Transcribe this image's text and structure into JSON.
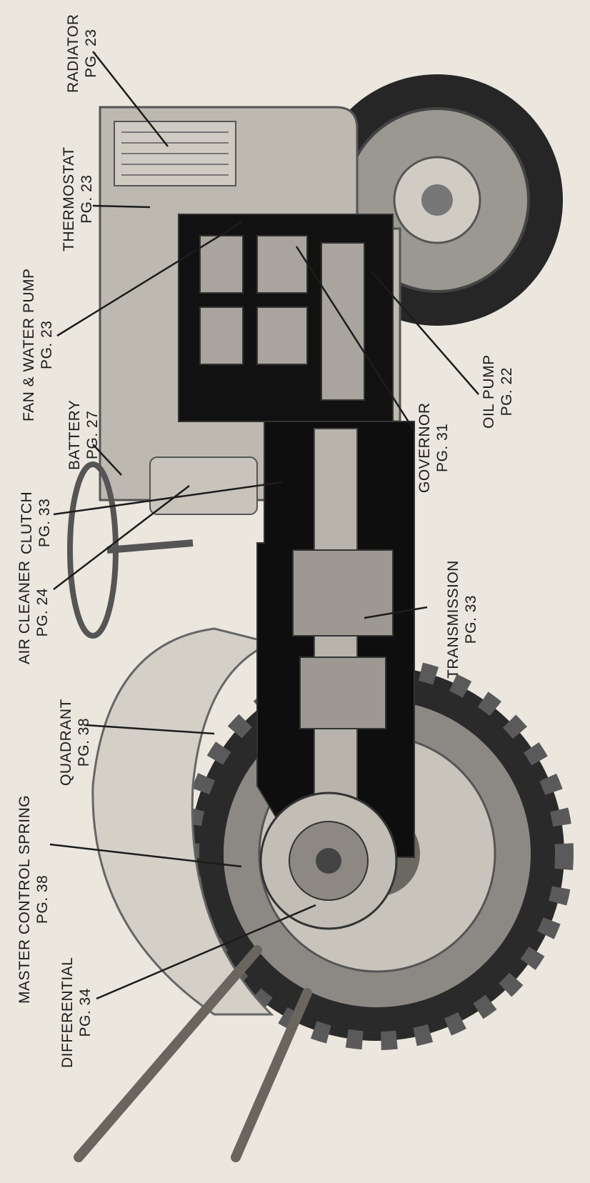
{
  "labels": {
    "radiator": {
      "name": "RADIATOR",
      "page": "PG. 23"
    },
    "thermostat": {
      "name": "THERMOSTAT",
      "page": "PG. 23"
    },
    "fan_water_pump": {
      "name": "FAN & WATER PUMP",
      "page": "PG. 23"
    },
    "battery": {
      "name": "BATTERY",
      "page": "PG. 27"
    },
    "clutch": {
      "name": "CLUTCH",
      "page": "PG. 33"
    },
    "air_cleaner": {
      "name": "AIR CLEANER",
      "page": "PG. 24"
    },
    "quadrant": {
      "name": "QUADRANT",
      "page": "PG. 38"
    },
    "master_control": {
      "name": "MASTER CONTROL SPRING",
      "page": "PG. 38"
    },
    "differential": {
      "name": "DIFFERENTIAL",
      "page": "PG. 34"
    },
    "governor": {
      "name": "GOVERNOR",
      "page": "PG. 31"
    },
    "oil_pump": {
      "name": "OIL PUMP",
      "page": "PG. 22"
    },
    "transmission": {
      "name": "TRANSMISSION",
      "page": "PG. 33"
    }
  },
  "colors": {
    "paper": "#ebe7df",
    "ink": "#1c1c1c",
    "tire": "#2a2a2a",
    "casing": "#0e0e0e",
    "metal": "#bdb9b1",
    "fender": "#d4d0c8"
  }
}
